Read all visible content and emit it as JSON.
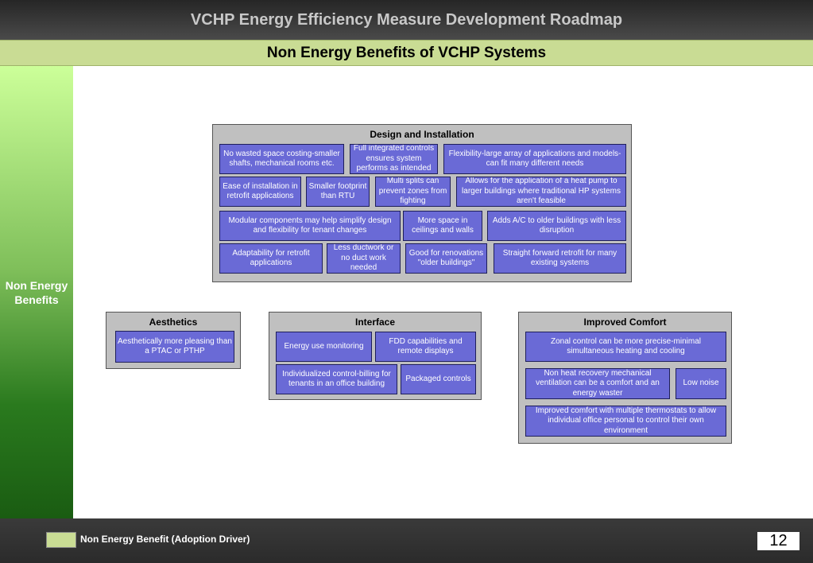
{
  "header": {
    "title": "VCHP Energy Efficiency Measure Development Roadmap"
  },
  "subheader": {
    "title": "Non Energy Benefits of VCHP Systems"
  },
  "sidebar": {
    "label": "Non Energy Benefits"
  },
  "groups": {
    "design": {
      "title": "Design and Installation",
      "items": [
        "No wasted space costing-smaller shafts, mechanical rooms etc.",
        "Full integrated controls ensures system performs as intended",
        "Flexibility-large array of applications and models-can fit many different needs",
        "Ease of installation in retrofit applications",
        "Smaller footprint than RTU",
        "Multi splits can prevent zones from fighting",
        "Allows for the application of a heat pump to larger buildings where traditional HP systems aren't feasible",
        "Modular components may help simplify design and flexibility for tenant changes",
        "More space in ceilings and walls",
        "Adds A/C to older buildings with less disruption",
        "Adaptability for retrofit applications",
        "Less ductwork or no duct work needed",
        "Good for renovations \"older buildings\"",
        "Straight forward retrofit for many existing systems"
      ]
    },
    "aesthetics": {
      "title": "Aesthetics",
      "items": [
        "Aesthetically more pleasing than a PTAC or PTHP"
      ]
    },
    "interface": {
      "title": "Interface",
      "items": [
        "Energy use monitoring",
        "FDD capabilities and remote displays",
        "Individualized control-billing for tenants in an office building",
        "Packaged controls"
      ]
    },
    "comfort": {
      "title": "Improved Comfort",
      "items": [
        "Zonal control can be more precise-minimal simultaneous heating and cooling",
        "Non heat recovery mechanical ventilation can be a comfort and an energy waster",
        "Low noise",
        "Improved comfort with multiple thermostats to allow individual office personal to control their own environment"
      ]
    }
  },
  "legend": {
    "label": "Non Energy Benefit (Adoption Driver)"
  },
  "page": {
    "number": "12"
  },
  "colors": {
    "item_fill": "#6a6ad6",
    "group_fill": "#c0c0c0",
    "legend_fill": "#c9dc94",
    "sidebar_top": "#ccff99",
    "sidebar_bottom": "#1a5c12"
  }
}
